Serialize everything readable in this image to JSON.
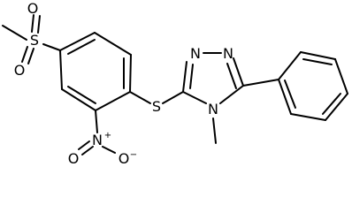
{
  "molecule": {
    "atoms": {
      "o_sulfonyl_top": "O",
      "s_sulfonyl": "S",
      "o_sulfonyl_bottom": "O",
      "s_thioether": "S",
      "n_triazole_1": "N",
      "n_triazole_2": "N",
      "n_triazole_4": "N",
      "n_nitro": "N",
      "n_nitro_charge": "+",
      "o_nitro_left": "O",
      "o_nitro_right": "O",
      "o_nitro_charge": "−"
    }
  }
}
